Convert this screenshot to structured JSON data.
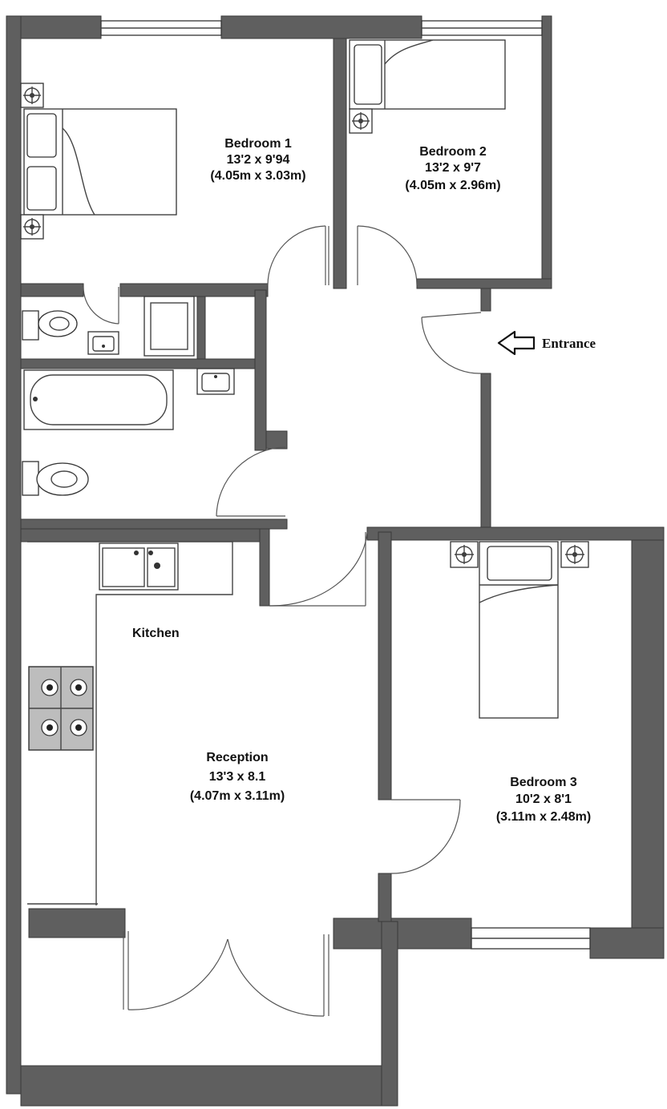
{
  "rooms": {
    "bedroom1": {
      "name": "Bedroom 1",
      "size_imperial": "13'2 x 9'94",
      "size_metric": "(4.05m x 3.03m)"
    },
    "bedroom2": {
      "name": "Bedroom 2",
      "size_imperial": "13'2 x 9'7",
      "size_metric": "(4.05m x 2.96m)"
    },
    "bedroom3": {
      "name": "Bedroom 3",
      "size_imperial": "10'2 x 8'1",
      "size_metric": "(3.11m x 2.48m)"
    },
    "kitchen": {
      "name": "Kitchen"
    },
    "reception": {
      "name": "Reception",
      "size_imperial": "13'3 x 8.1",
      "size_metric": "(4.07m x 3.11m)"
    }
  },
  "entrance": {
    "label": "Entrance",
    "icon": "arrow-left-icon"
  },
  "colors": {
    "wall": "#5f5f5f",
    "line": "#333333",
    "background": "#ffffff"
  }
}
